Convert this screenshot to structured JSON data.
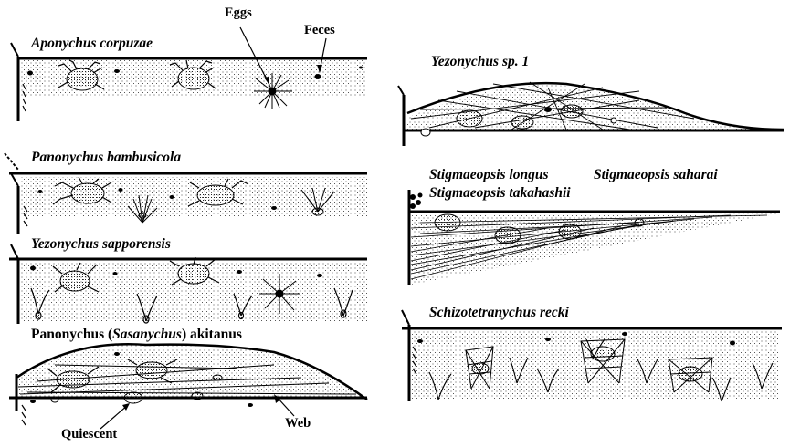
{
  "panels": [
    {
      "id": "aponychus",
      "species": "Aponychus corpuzae"
    },
    {
      "id": "panonychus-bamb",
      "species": "Panonychus bambusicola"
    },
    {
      "id": "yezonychus-sap",
      "species": "Yezonychus sapporensis"
    },
    {
      "id": "panonychus-akit",
      "species_prefix": "Panonychus (",
      "species_sub": "Sasanychus",
      "species_suffix": ") akitanus"
    },
    {
      "id": "yezonychus-sp1",
      "species": "Yezonychus sp. 1"
    },
    {
      "id": "stigmaeopsis",
      "species_line1a": "Stigmaeopsis longus",
      "species_line1b": "Stigmaeopsis saharai",
      "species_line2": "Stigmaeopsis takahashii"
    },
    {
      "id": "schizotetranychus",
      "species": "Schizotetranychus recki"
    }
  ],
  "callouts": {
    "eggs": "Eggs",
    "feces": "Feces",
    "quiescent": "Quiescent",
    "web": "Web"
  },
  "colors": {
    "ink": "#000000",
    "background": "#ffffff",
    "stipple": "#555555"
  }
}
